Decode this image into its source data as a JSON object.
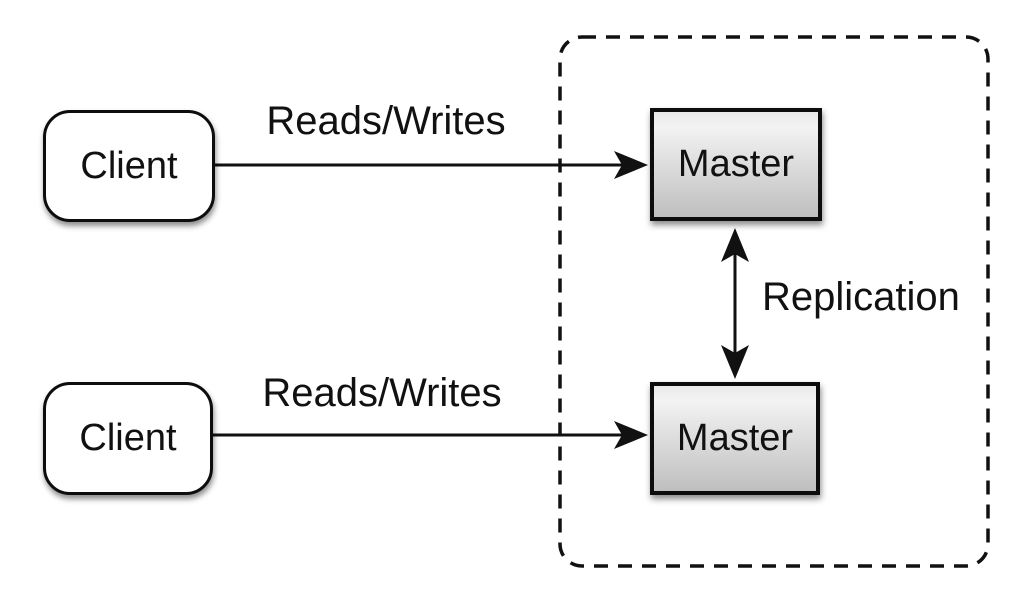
{
  "diagram": {
    "nodes": [
      {
        "id": "client-1",
        "label": "Client",
        "shape": "rounded-rect"
      },
      {
        "id": "client-2",
        "label": "Client",
        "shape": "rounded-rect"
      },
      {
        "id": "master-1",
        "label": "Master",
        "shape": "rect"
      },
      {
        "id": "master-2",
        "label": "Master",
        "shape": "rect"
      }
    ],
    "edges": [
      {
        "id": "reads-writes-top",
        "label": "Reads/Writes",
        "from": "client-1",
        "to": "master-1",
        "arrow": "single"
      },
      {
        "id": "reads-writes-bottom",
        "label": "Reads/Writes",
        "from": "client-2",
        "to": "master-2",
        "arrow": "single"
      },
      {
        "id": "replication",
        "label": "Replication",
        "from": "master-1",
        "to": "master-2",
        "arrow": "double"
      }
    ],
    "container": {
      "id": "replication-group",
      "style": "dashed",
      "encloses": [
        "master-1",
        "master-2"
      ]
    },
    "colors": {
      "background": "#ffffff",
      "stroke": "#111111",
      "text": "#111111",
      "client_fill": "#ffffff",
      "master_fill_top": "#f3f3f3",
      "master_fill_bottom": "#bfbfbf"
    }
  }
}
